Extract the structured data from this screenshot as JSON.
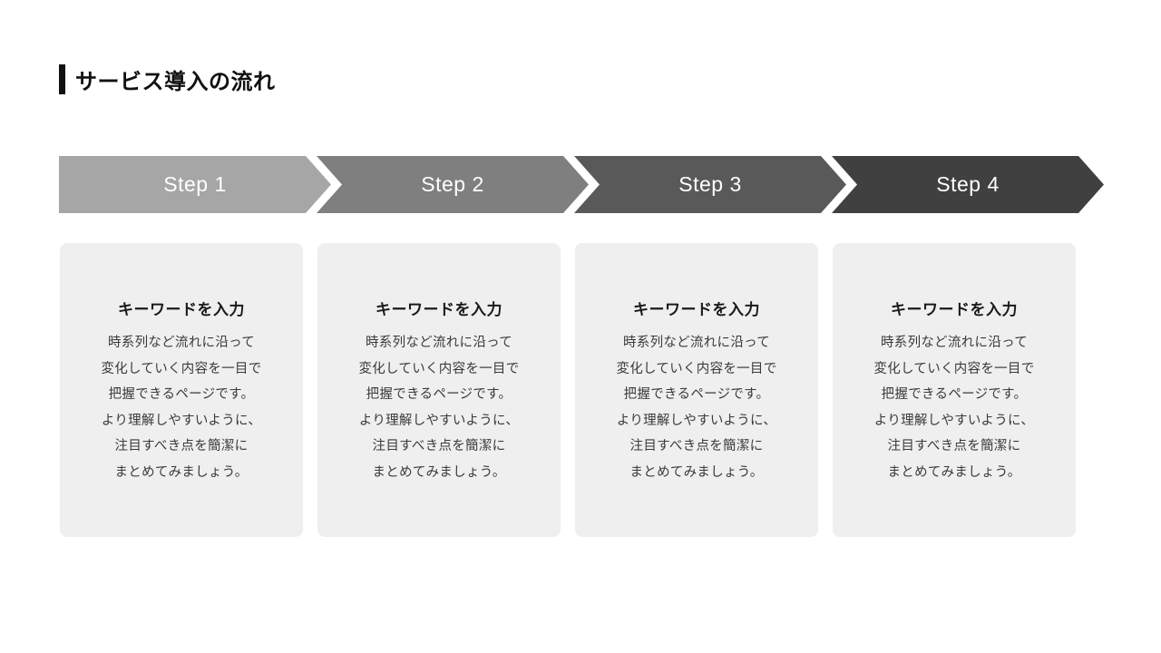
{
  "page": {
    "background": "#ffffff"
  },
  "header": {
    "title": "サービス導入の流れ",
    "accent_color": "#111111"
  },
  "steps": [
    {
      "label": "Step 1",
      "color": "#a6a6a6"
    },
    {
      "label": "Step 2",
      "color": "#7f7f7f"
    },
    {
      "label": "Step 3",
      "color": "#595959"
    },
    {
      "label": "Step 4",
      "color": "#404040"
    }
  ],
  "cards": [
    {
      "title": "キーワードを入力",
      "body": "時系列など流れに沿って\n変化していく内容を一目で\n把握できるページです。\nより理解しやすいように、\n注目すべき点を簡潔に\nまとめてみましょう。"
    },
    {
      "title": "キーワードを入力",
      "body": "時系列など流れに沿って\n変化していく内容を一目で\n把握できるページです。\nより理解しやすいように、\n注目すべき点を簡潔に\nまとめてみましょう。"
    },
    {
      "title": "キーワードを入力",
      "body": "時系列など流れに沿って\n変化していく内容を一目で\n把握できるページです。\nより理解しやすいように、\n注目すべき点を簡潔に\nまとめてみましょう。"
    },
    {
      "title": "キーワードを入力",
      "body": "時系列など流れに沿って\n変化していく内容を一目で\n把握できるページです。\nより理解しやすいように、\n注目すべき点を簡潔に\nまとめてみましょう。"
    }
  ]
}
